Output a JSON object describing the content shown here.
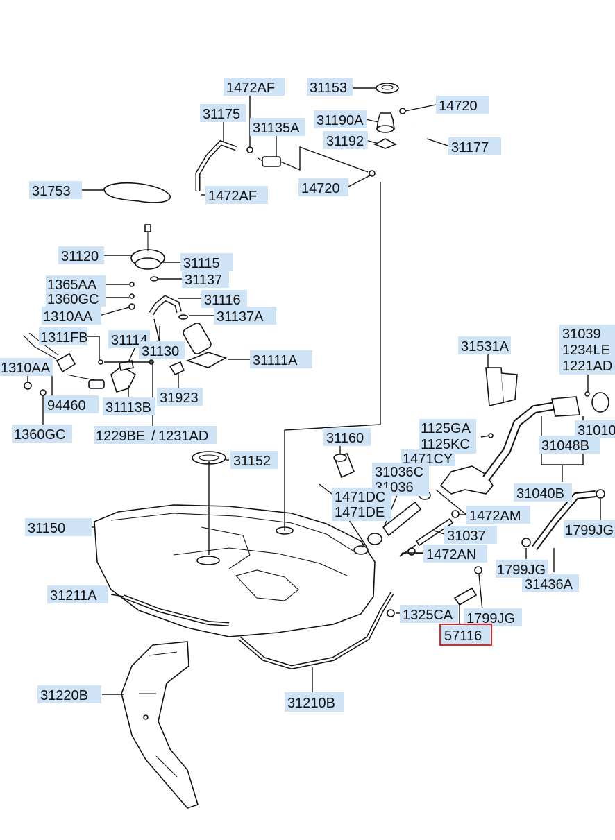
{
  "labels": [
    {
      "id": "l1",
      "text": "1472AF"
    },
    {
      "id": "l2",
      "text": "31153"
    },
    {
      "id": "l3",
      "text": "31175"
    },
    {
      "id": "l4",
      "text": "31135A"
    },
    {
      "id": "l5",
      "text": "31190A"
    },
    {
      "id": "l6",
      "text": "14720"
    },
    {
      "id": "l7",
      "text": "31192"
    },
    {
      "id": "l8",
      "text": "31177"
    },
    {
      "id": "l9",
      "text": "31753"
    },
    {
      "id": "l10",
      "text": "1472AF"
    },
    {
      "id": "l11",
      "text": "14720"
    },
    {
      "id": "l12",
      "text": "31120"
    },
    {
      "id": "l13",
      "text": "31115"
    },
    {
      "id": "l14",
      "text": "31137"
    },
    {
      "id": "l15",
      "text": "1365AA"
    },
    {
      "id": "l16",
      "text": "1360GC"
    },
    {
      "id": "l17",
      "text": "31116"
    },
    {
      "id": "l18",
      "text": "1310AA"
    },
    {
      "id": "l19",
      "text": "31137A"
    },
    {
      "id": "l20",
      "text": "1311FB"
    },
    {
      "id": "l21",
      "text": "31114"
    },
    {
      "id": "l22",
      "text": "31130"
    },
    {
      "id": "l23",
      "text": "31111A"
    },
    {
      "id": "l24",
      "text": "1310AA"
    },
    {
      "id": "l25",
      "text": "94460"
    },
    {
      "id": "l26",
      "text": "31113B"
    },
    {
      "id": "l27",
      "text": "31923"
    },
    {
      "id": "l28",
      "text": "1360GC"
    },
    {
      "id": "l29",
      "text": "1229BE"
    },
    {
      "id": "l30",
      "text": "1231AD"
    },
    {
      "id": "l31",
      "text": "31531A"
    },
    {
      "id": "l32",
      "text": "31039"
    },
    {
      "id": "l33",
      "text": "1234LE"
    },
    {
      "id": "l34",
      "text": "1221AD"
    },
    {
      "id": "l35",
      "text": "31010"
    },
    {
      "id": "l36",
      "text": "1125GA"
    },
    {
      "id": "l37",
      "text": "1125KC"
    },
    {
      "id": "l38",
      "text": "31048B"
    },
    {
      "id": "l39",
      "text": "31160"
    },
    {
      "id": "l40",
      "text": "1471CY"
    },
    {
      "id": "l41",
      "text": "31036C"
    },
    {
      "id": "l42",
      "text": "31036"
    },
    {
      "id": "l43",
      "text": "31152"
    },
    {
      "id": "l44",
      "text": "1471DC"
    },
    {
      "id": "l45",
      "text": "1471DE"
    },
    {
      "id": "l46",
      "text": "31040B"
    },
    {
      "id": "l47",
      "text": "1472AM"
    },
    {
      "id": "l48",
      "text": "31150"
    },
    {
      "id": "l49",
      "text": "31037"
    },
    {
      "id": "l50",
      "text": "1799JG"
    },
    {
      "id": "l51",
      "text": "1472AN"
    },
    {
      "id": "l52",
      "text": "1799JG"
    },
    {
      "id": "l53",
      "text": "31436A"
    },
    {
      "id": "l54",
      "text": "31211A"
    },
    {
      "id": "l55",
      "text": "1325CA"
    },
    {
      "id": "l56",
      "text": "1799JG"
    },
    {
      "id": "l57",
      "text": "57116"
    },
    {
      "id": "l58",
      "text": "31220B"
    },
    {
      "id": "l59",
      "text": "31210B"
    }
  ],
  "highlight": {
    "label": "57116",
    "color": "#e0262b"
  },
  "colors": {
    "label_background": "#cfe3f7",
    "line": "#111111"
  }
}
